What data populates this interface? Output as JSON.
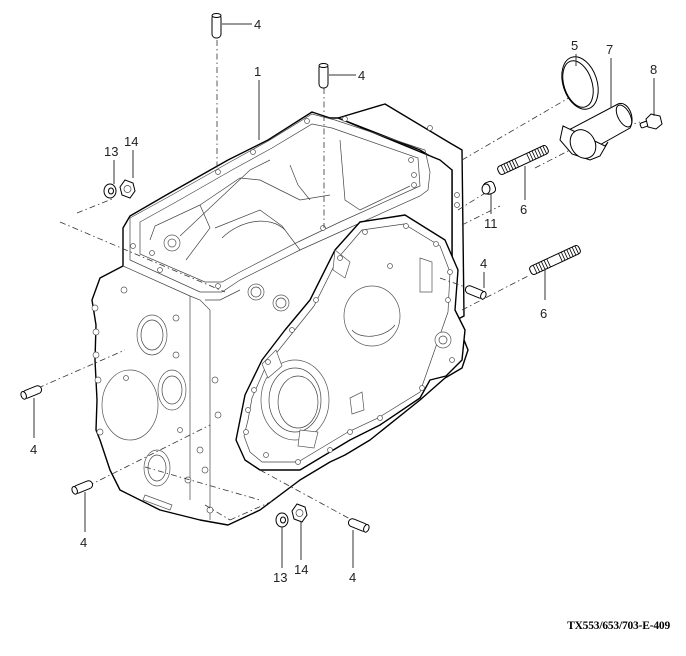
{
  "diagram": {
    "title": "Transmission housing exploded view",
    "figure_code": "TX553/653/703-E-409",
    "parts": [
      {
        "ref": "1",
        "name": "housing"
      },
      {
        "ref": "4",
        "name": "dowel-pin"
      },
      {
        "ref": "5",
        "name": "o-ring"
      },
      {
        "ref": "6",
        "name": "stud"
      },
      {
        "ref": "7",
        "name": "tube"
      },
      {
        "ref": "8",
        "name": "bolt"
      },
      {
        "ref": "11",
        "name": "bushing"
      },
      {
        "ref": "13",
        "name": "washer"
      },
      {
        "ref": "14",
        "name": "nut"
      }
    ],
    "callouts": {
      "c1": "1",
      "c4_top_left": "4",
      "c4_top_mid": "4",
      "c4_right": "4",
      "c4_left_upper": "4",
      "c4_left_lower": "4",
      "c4_bottom": "4",
      "c5": "5",
      "c6_upper": "6",
      "c6_lower": "6",
      "c7": "7",
      "c8": "8",
      "c11": "11",
      "c13_top": "13",
      "c14_top": "14",
      "c13_bottom": "13",
      "c14_bottom": "14"
    }
  }
}
